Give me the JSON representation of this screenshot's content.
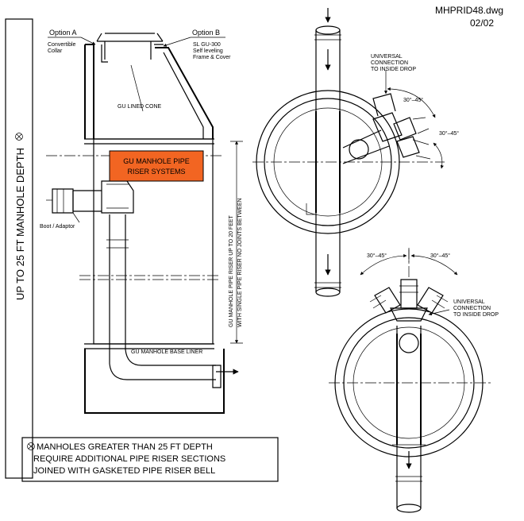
{
  "header": {
    "filename": "MHPRID48.dwg",
    "sheet": "02/02"
  },
  "left_view": {
    "depth_label": "UP TO 25 FT MANHOLE DEPTH",
    "option_a": {
      "title": "Option A",
      "line1": "Convertible",
      "line2": "Collar"
    },
    "option_b": {
      "title": "Option B",
      "line1": "SL GU-300",
      "line2": "Self leveling",
      "line3": "Frame & Cover"
    },
    "cone_label": "GU LINED CONE",
    "system_title_line1": "GU MANHOLE PIPE",
    "system_title_line2": "RISER SYSTEMS",
    "boot_label": "Boot / Adaptor",
    "base_liner_label": "GU MANHOLE BASE LINER",
    "riser_note_line1": "GU MANHOLE PIPE RISER UP TO 20 FEET",
    "riser_note_line2": "WITH SINGLE PIPE RISER NO JOINTS BETWEEN"
  },
  "top_right_view": {
    "connection_line1": "UNIVERSAL",
    "connection_line2": "CONNECTION",
    "connection_line3": "TO INSIDE DROP",
    "angle_1": "30°–45°",
    "angle_2": "30°–45°"
  },
  "bottom_right_view": {
    "angle_left": "30°–45°",
    "angle_right": "30°–45°",
    "connection_line1": "UNIVERSAL",
    "connection_line2": "CONNECTION",
    "connection_line3": "TO INSIDE DROP"
  },
  "note": {
    "line1": "MANHOLES GREATER THAN 25 FT DEPTH",
    "line2": "REQUIRE ADDITIONAL PIPE RISER SECTIONS",
    "line3": "JOINED WITH GASKETED PIPE RISER BELL"
  },
  "colors": {
    "accent_orange": "#f26522",
    "line": "#000000"
  },
  "icons": {
    "note_marker": "circle-x-symbol"
  }
}
